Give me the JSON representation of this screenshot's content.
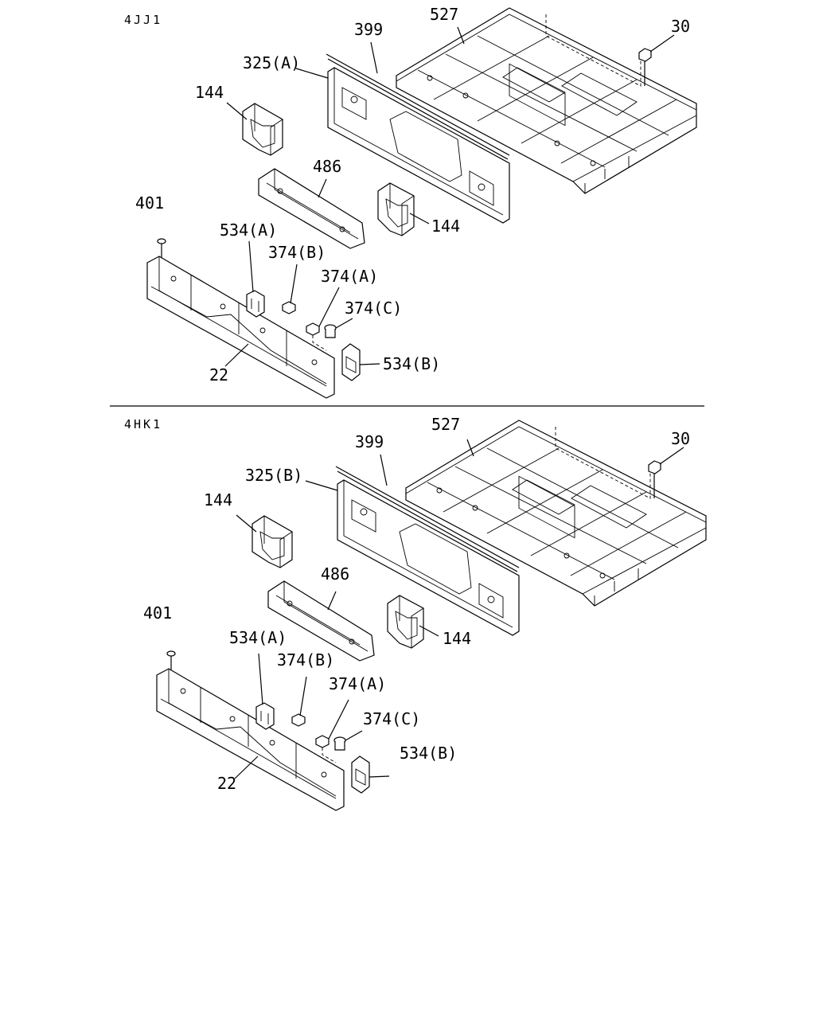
{
  "sections": [
    {
      "variant": "4JJ1",
      "labels": {
        "p527": "527",
        "p399": "399",
        "p30": "30",
        "p325": "325(A)",
        "p144a": "144",
        "p486": "486",
        "p144b": "144",
        "p401": "401",
        "p534a": "534(A)",
        "p374b": "374(B)",
        "p374a": "374(A)",
        "p374c": "374(C)",
        "p534b": "534(B)",
        "p22": "22"
      }
    },
    {
      "variant": "4HK1",
      "labels": {
        "p527": "527",
        "p399": "399",
        "p30": "30",
        "p325": "325(B)",
        "p144a": "144",
        "p486": "486",
        "p144b": "144",
        "p401": "401",
        "p534a": "534(A)",
        "p374b": "374(B)",
        "p374a": "374(A)",
        "p374c": "374(C)",
        "p534b": "534(B)",
        "p22": "22"
      }
    }
  ]
}
